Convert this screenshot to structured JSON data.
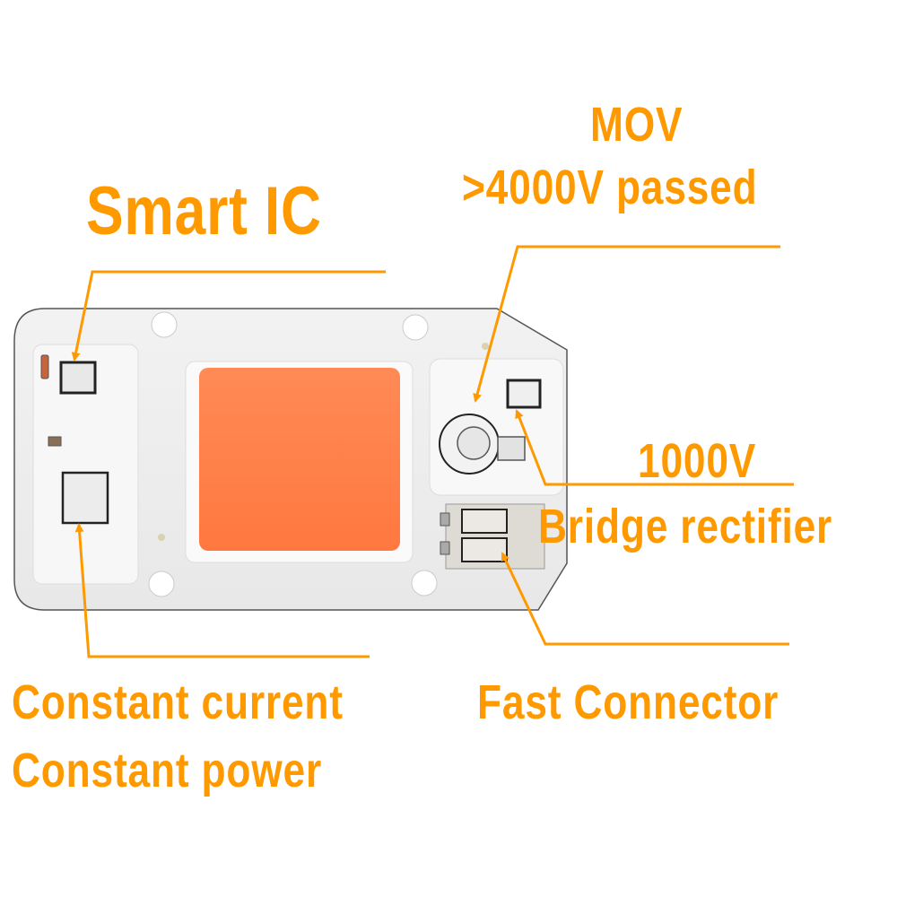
{
  "labels": {
    "smart_ic": "Smart IC",
    "mov_line1": "MOV",
    "mov_line2": ">4000V passed",
    "rectifier_line1": "1000V",
    "rectifier_line2": "Bridge rectifier",
    "connector": "Fast Connector",
    "driver_line1": "Constant current",
    "driver_line2": "Constant power"
  },
  "colors": {
    "accent": "#ff9900",
    "board": "#efefef",
    "led_chip": "#ff7f45",
    "background": "#ffffff"
  },
  "icons": {
    "board": "cob-led-board",
    "arrow": "callout-arrow"
  }
}
